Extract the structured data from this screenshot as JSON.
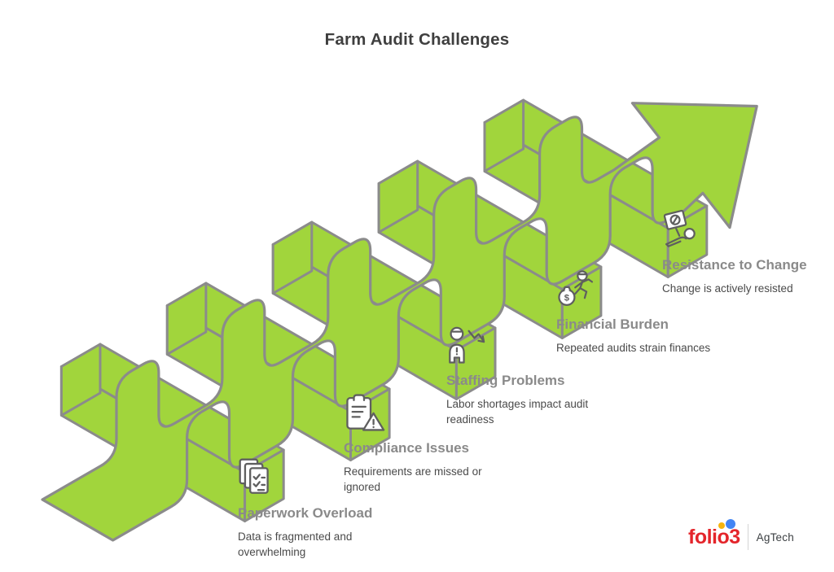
{
  "title": "Farm Audit Challenges",
  "items": [
    {
      "icon": "documents-stack-icon",
      "label": "Paperwork Overload",
      "desc": "Data is fragmented and overwhelming"
    },
    {
      "icon": "clipboard-warning-icon",
      "label": "Compliance Issues",
      "desc": "Requirements are missed or ignored"
    },
    {
      "icon": "person-decline-icon",
      "label": "Staffing Problems",
      "desc": "Labor shortages impact audit readiness"
    },
    {
      "icon": "money-bag-runner-icon",
      "label": "Financial Burden",
      "desc": "Repeated audits strain finances"
    },
    {
      "icon": "protest-sign-icon",
      "label": "Resistance to Change",
      "desc": "Change is actively resisted"
    }
  ],
  "logo": {
    "brand": "folio3",
    "division": "AgTech"
  },
  "colors": {
    "ribbon_green": "#a1d53c",
    "outline_gray": "#8b8b8b",
    "title": "#3f3f3f",
    "heading_gray": "#8a8a8a",
    "body_text": "#4a4a4a",
    "icon_gray": "#5f5f5f",
    "logo_red": "#e4252b",
    "logo_yellow": "#f6b40e",
    "logo_blue": "#4285f4"
  }
}
